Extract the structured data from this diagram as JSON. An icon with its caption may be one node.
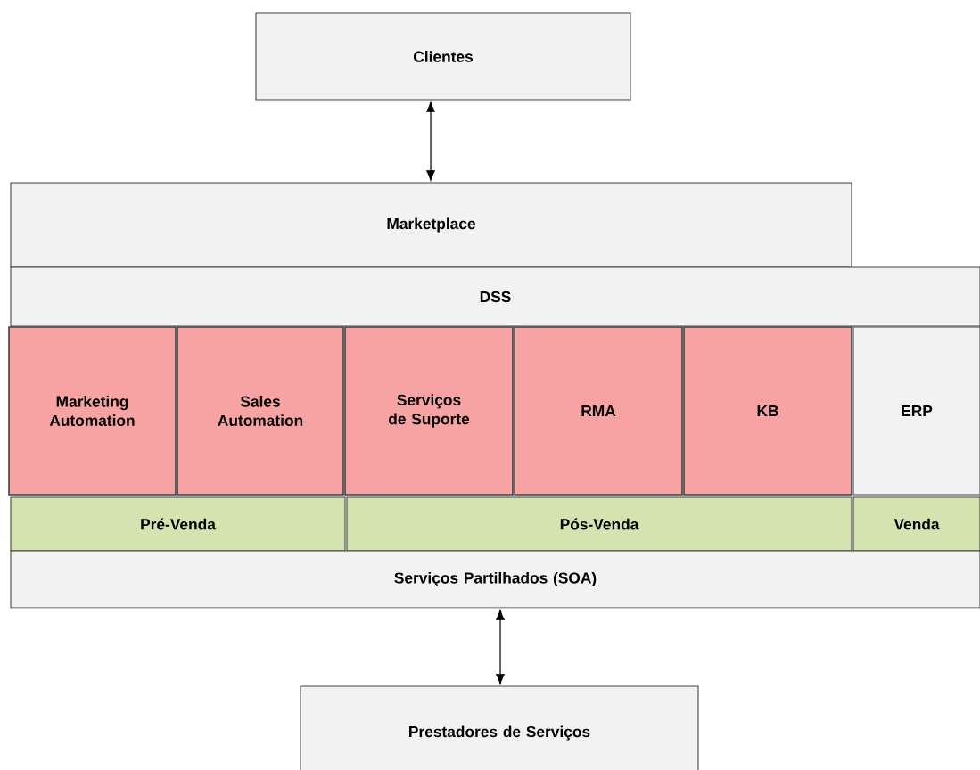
{
  "diagram": {
    "nodes": [
      {
        "text": [
          "Clientes"
        ]
      },
      {
        "text": [
          "Marketplace"
        ]
      },
      {
        "text": [
          "DSS"
        ]
      },
      {
        "text": [
          "Marketing Automation"
        ]
      },
      {
        "text": [
          "Sales Automation"
        ]
      },
      {
        "text": [
          "Serviços de Suporte"
        ]
      },
      {
        "text": [
          "RMA"
        ]
      },
      {
        "text": [
          "KB"
        ]
      },
      {
        "text": [
          "ERP"
        ]
      },
      {
        "text": [
          "Pré-Venda"
        ]
      },
      {
        "text": [
          "Pós-Venda"
        ]
      },
      {
        "text": [
          "Venda"
        ]
      },
      {
        "text": [
          "Serviços Partilhados (SOA)"
        ]
      },
      {
        "text": [
          "Prestadores de Serviços"
        ]
      }
    ],
    "edges": [
      {
        "from": 0,
        "to": 1,
        "arrow": "both"
      },
      {
        "from": 12,
        "to": 13,
        "arrow": "both"
      }
    ]
  }
}
